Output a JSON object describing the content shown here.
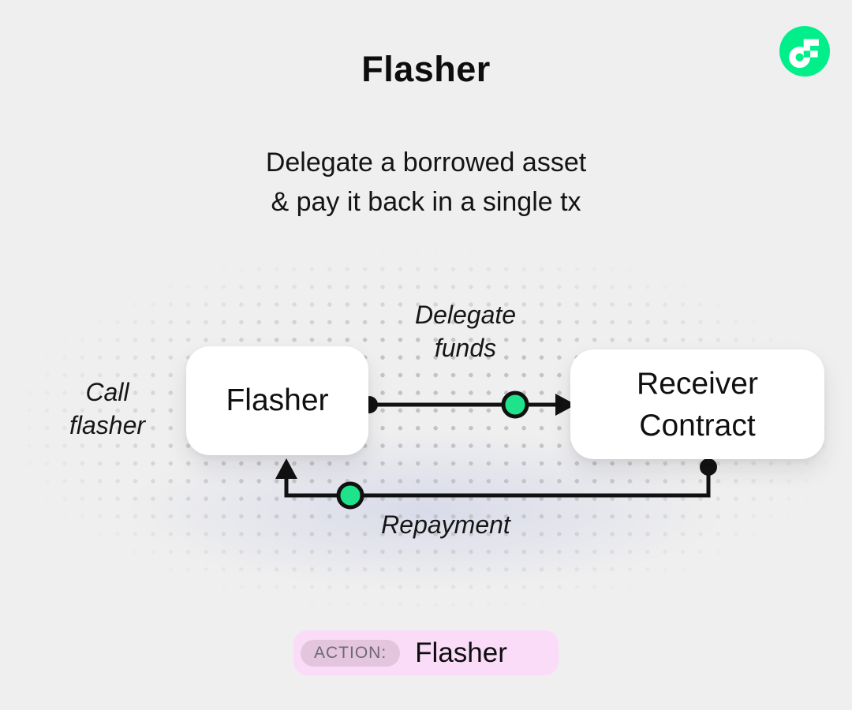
{
  "page": {
    "bg_color": "#efefef",
    "title": "Flasher",
    "subtitle_line1": "Delegate a borrowed asset",
    "subtitle_line2": "& pay it back in a single tx"
  },
  "logo": {
    "name": "flow-logo",
    "circle_color": "#00ef8b",
    "glyph_color": "#ffffff"
  },
  "diagram": {
    "nodes": {
      "flasher": {
        "label": "Flasher"
      },
      "receiver": {
        "line1": "Receiver",
        "line2": "Contract"
      }
    },
    "annotations": {
      "call_line1": "Call",
      "call_line2": "flasher",
      "delegate_line1": "Delegate",
      "delegate_line2": "funds",
      "repayment": "Repayment"
    },
    "edges": [
      {
        "from": "Flasher",
        "to": "Receiver Contract",
        "label": "Delegate funds",
        "direction": "right"
      },
      {
        "from": "Receiver Contract",
        "to": "Flasher",
        "label": "Repayment",
        "direction": "left"
      }
    ],
    "colors": {
      "connector": "#111111",
      "token_green": "#1ee38a"
    }
  },
  "action_bar": {
    "label": "ACTION:",
    "value": "Flasher",
    "pill_color": "#fadcf8",
    "chip_color": "#e3c5dd"
  }
}
